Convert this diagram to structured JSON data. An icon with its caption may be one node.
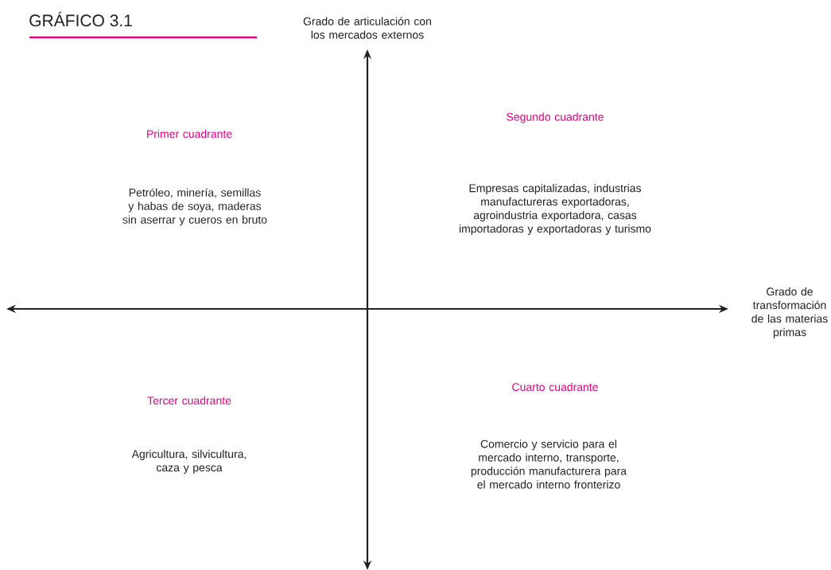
{
  "diagram": {
    "title": "GRÁFICO 3.1",
    "labels": [
      "Grado de articulación con los mercados externos",
      "Primer cuadrante",
      "Segundo cuadrante",
      "Petróleo, minería, semillas y habas de soya, maderas sin aserrar y cueros en bruto",
      "Empresas capitalizadas, industrias manufactureras exportadoras, agroindustria exportadora, casas importadoras y exportadoras y turismo",
      "Grado de transformación de las materias primas",
      "Tercer cuadrante",
      "Cuarto cuadrante",
      "Agricultura, silvicultura, caza y pesca",
      "Comercio y servicio para el mercado interno, transporte, producción manufacturera para el mercado interno fronterizo"
    ]
  }
}
